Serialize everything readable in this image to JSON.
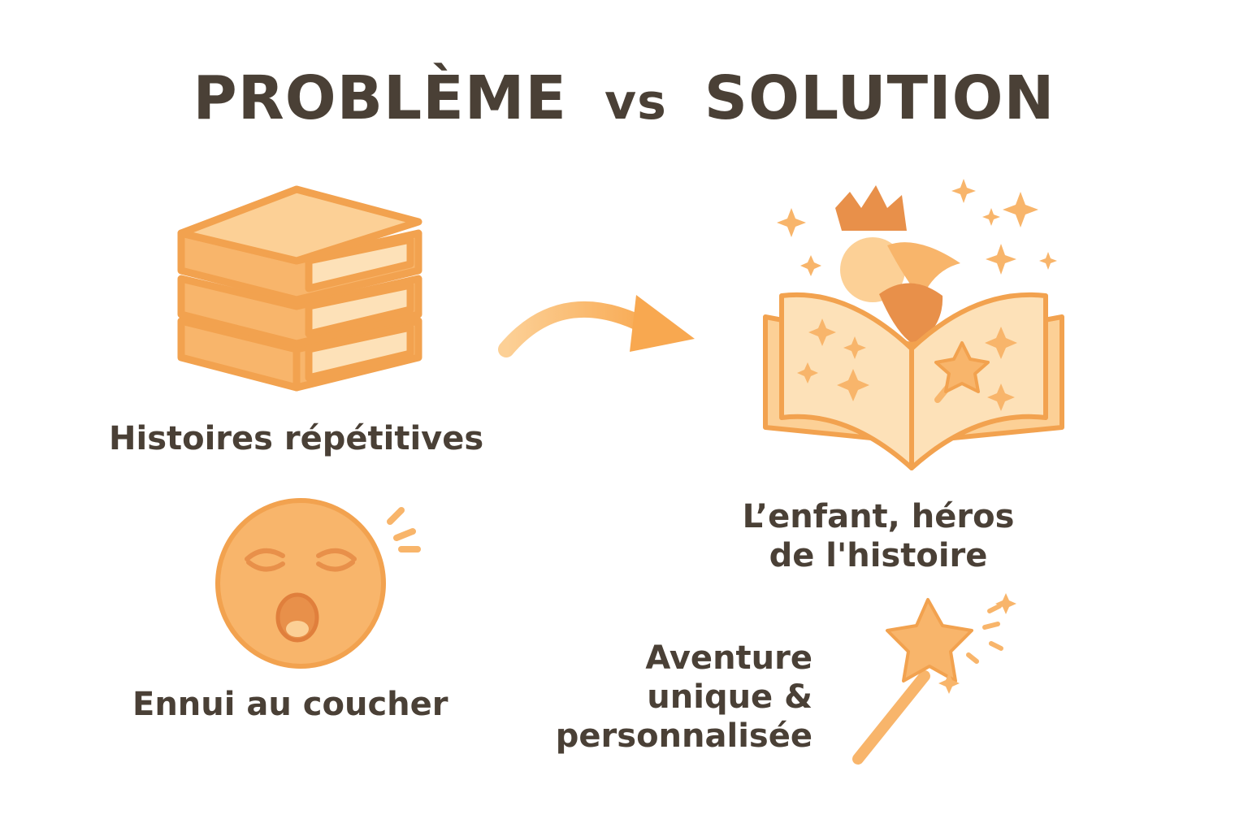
{
  "title": {
    "left": "PROBLÈME",
    "vs": "vs",
    "right": "SOLUTION"
  },
  "problem": {
    "books_label": "Histoires répétitives",
    "bored_label": "Ennui au coucher"
  },
  "solution": {
    "hero_label_line1": "L’enfant, héros",
    "hero_label_line2": "de l'histoire",
    "adventure_line1": "Aventure",
    "adventure_line2": "unique &",
    "adventure_line3": "personnalisée"
  },
  "colors": {
    "fill_light": "#fcd096",
    "fill_mid": "#f8b56b",
    "stroke": "#f2a24f",
    "text": "#4a4036"
  }
}
